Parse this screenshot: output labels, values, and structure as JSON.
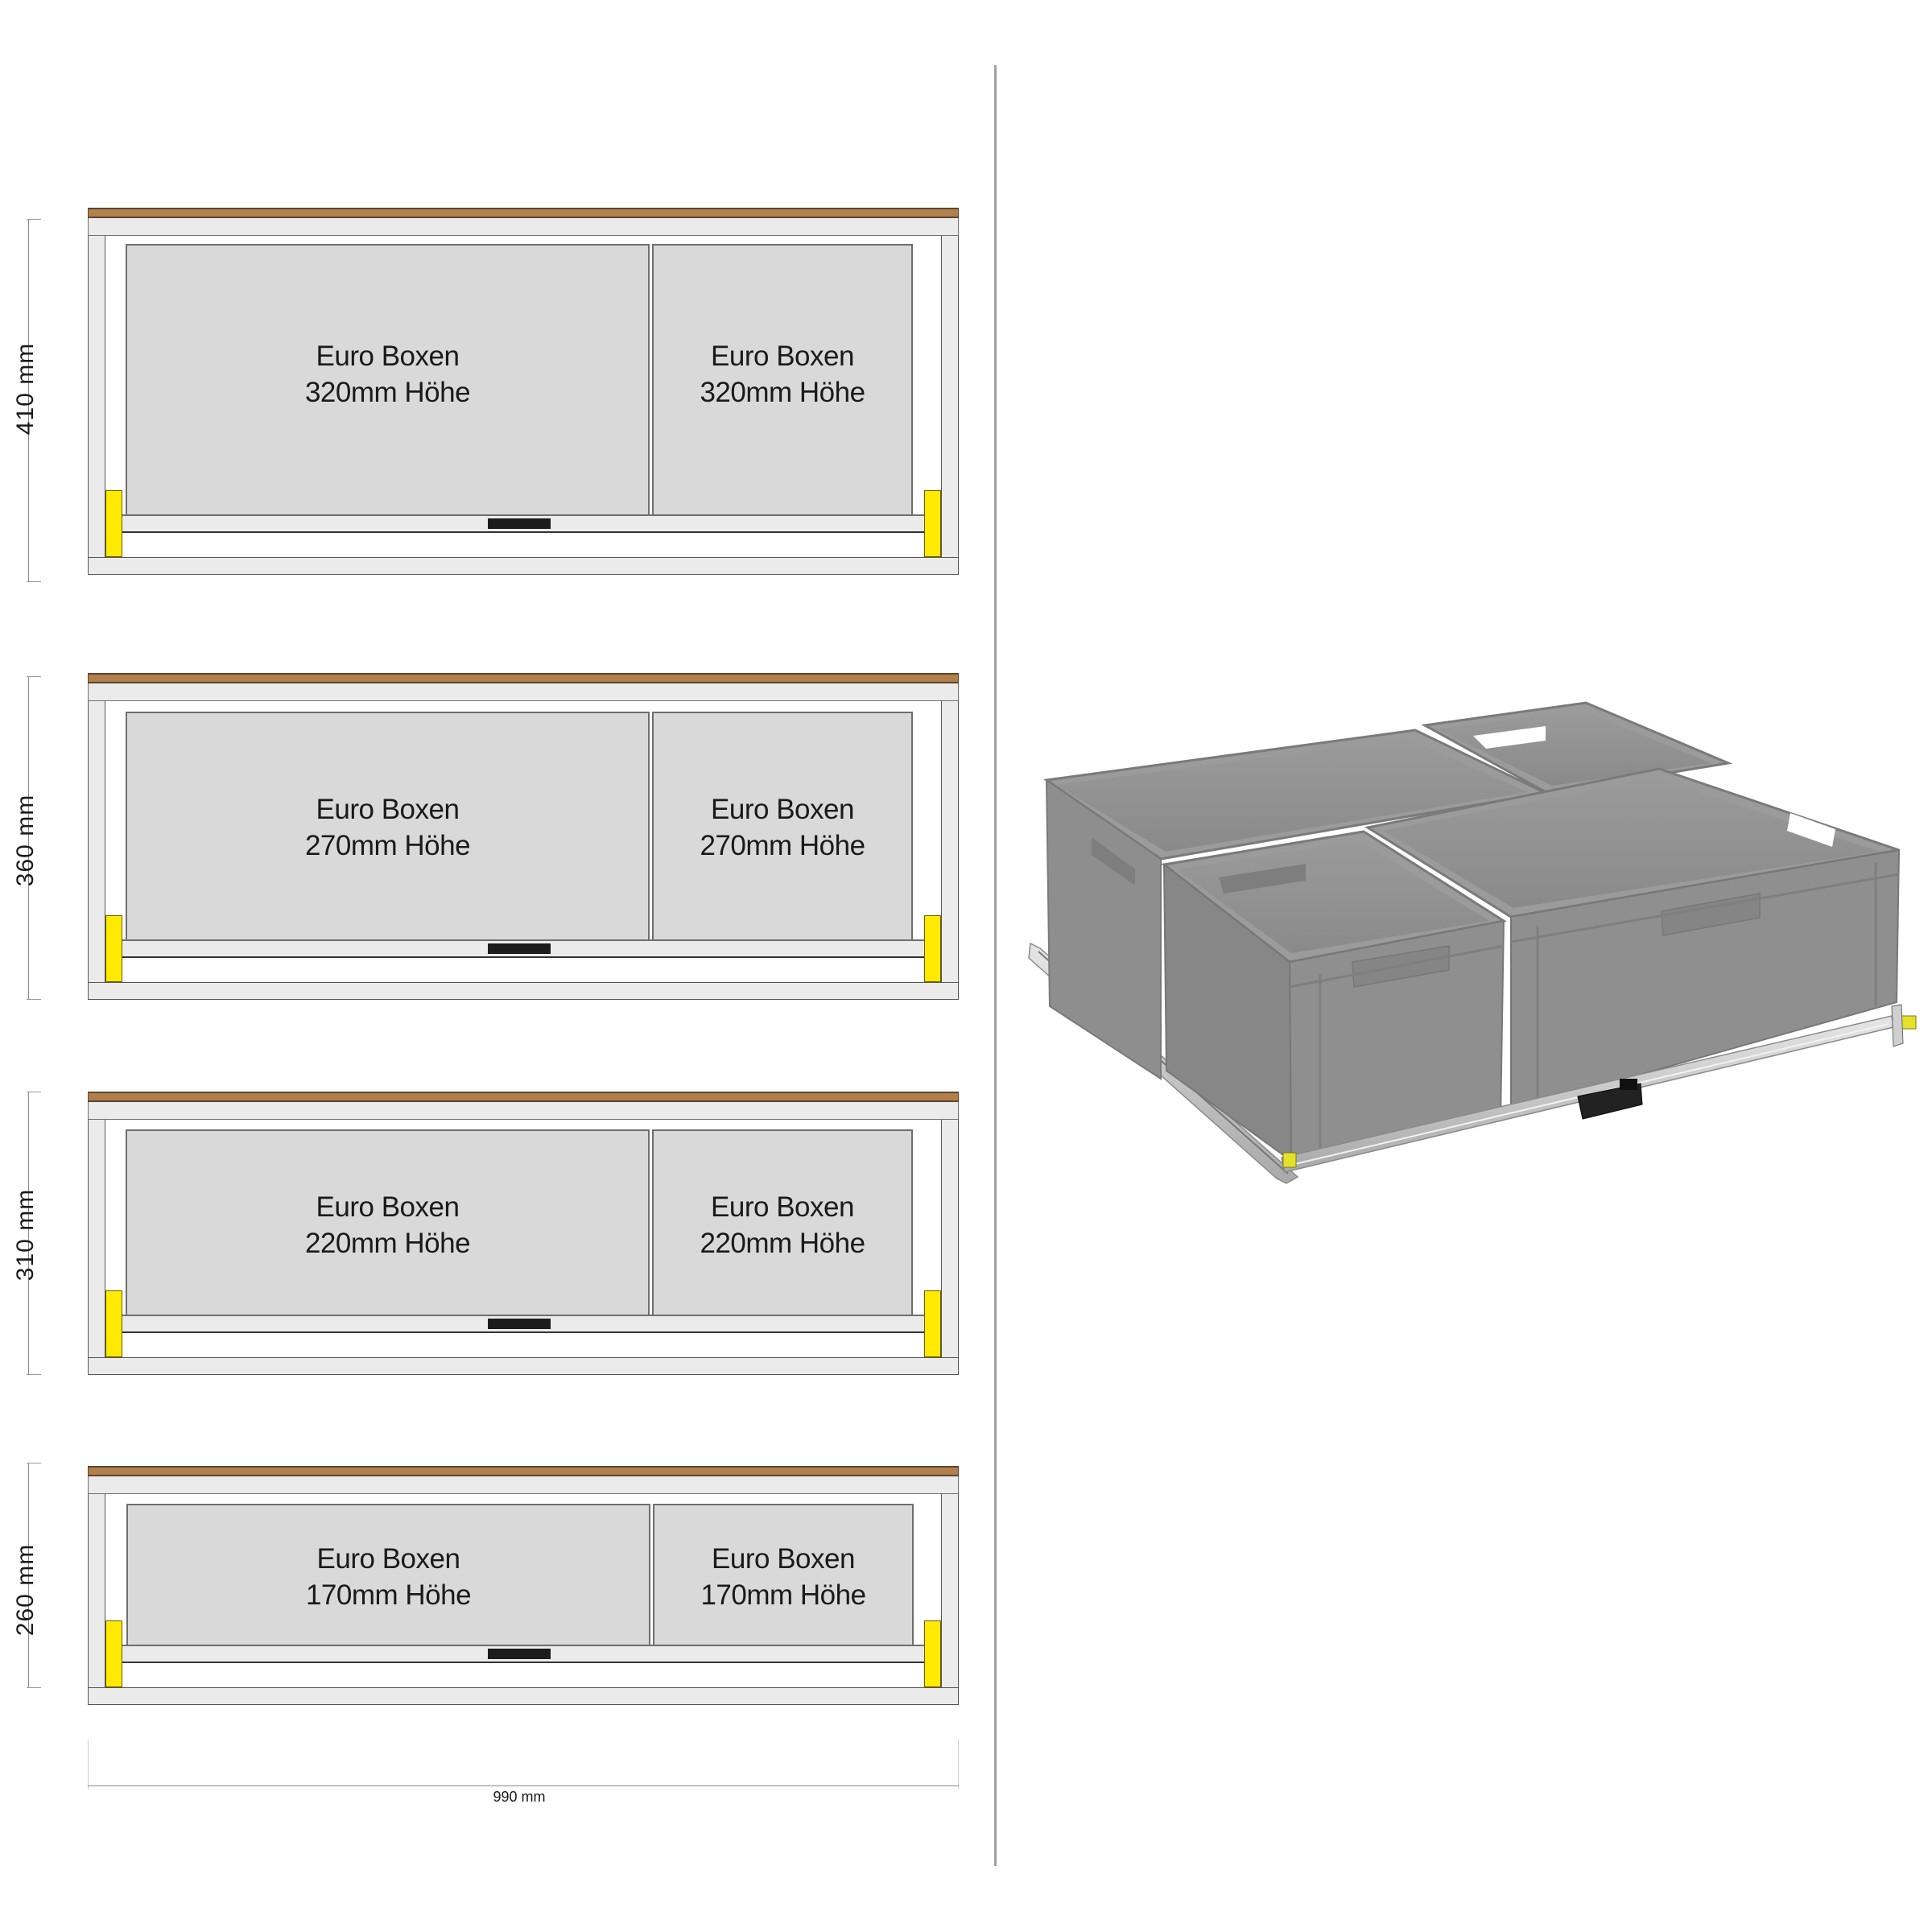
{
  "colors": {
    "wood_top": "#b37f4a",
    "panel": "#ebebeb",
    "box_fill": "#d9d9d9",
    "rail_clip_yellow": "#ffea00",
    "handle": "#1c1c1c",
    "separator": "#a0a0a0",
    "render_box_gray": "#8c8c8c"
  },
  "drawers": [
    {
      "height_label": "410 mm",
      "boxes": [
        {
          "line1": "Euro Boxen",
          "line2": "320mm Höhe"
        },
        {
          "line1": "Euro Boxen",
          "line2": "320mm Höhe"
        }
      ]
    },
    {
      "height_label": "360 mm",
      "boxes": [
        {
          "line1": "Euro Boxen",
          "line2": "270mm Höhe"
        },
        {
          "line1": "Euro Boxen",
          "line2": "270mm Höhe"
        }
      ]
    },
    {
      "height_label": "310 mm",
      "boxes": [
        {
          "line1": "Euro Boxen",
          "line2": "220mm Höhe"
        },
        {
          "line1": "Euro Boxen",
          "line2": "220mm Höhe"
        }
      ]
    },
    {
      "height_label": "260 mm",
      "boxes": [
        {
          "line1": "Euro Boxen",
          "line2": "170mm Höhe"
        },
        {
          "line1": "Euro Boxen",
          "line2": "170mm Höhe"
        }
      ]
    }
  ],
  "width_dimension": {
    "label": "990 mm"
  },
  "render": {
    "description": "Pull-out drawer with four grey Euro boxes on telescopic rails",
    "box_count": 4
  }
}
